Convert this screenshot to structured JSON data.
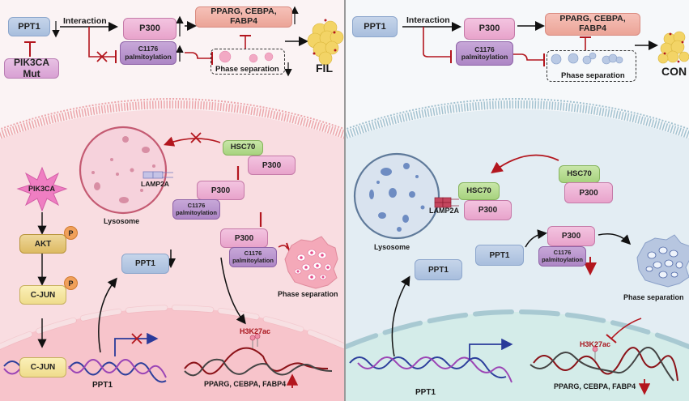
{
  "left_panel": {
    "condition": "FIL",
    "top": {
      "ppt1": "PPT1",
      "ppt1_trend": "down",
      "pik3ca_mut": "PIK3CA Mut",
      "interaction": "Interaction",
      "p300": "P300",
      "p300_trend": "up",
      "palmitoylation": "C1176 palmitoylation",
      "palmitoylation_trend": "up",
      "genes": "PPARG, CEBPA, FABP4",
      "genes_trend": "up",
      "phase_separation": "Phase separation",
      "phase_trend": "down",
      "outcome": "FIL"
    },
    "cell": {
      "lysosome": "Lysosome",
      "lamp2a": "LAMP2A",
      "hsc70": "HSC70",
      "p300_a": "P300",
      "p300_b": "P300",
      "palm_b": "C1176 palmitoylation",
      "p300_c": "P300",
      "palm_c": "C1176 palmitoylation",
      "phase_separation": "Phase separation",
      "pik3ca": "PIK3CA",
      "akt": "AKT",
      "cjun_1": "C-JUN",
      "cjun_2": "C-JUN",
      "phospho": "P",
      "ppt1_protein": "PPT1",
      "ppt1_gene": "PPT1",
      "h3k27ac": "H3K27ac",
      "genes": "PPARG, CEBPA, FABP4",
      "genes_trend": "up"
    }
  },
  "right_panel": {
    "condition": "CON",
    "top": {
      "ppt1": "PPT1",
      "interaction": "Interaction",
      "p300": "P300",
      "palmitoylation": "C1176 palmitoylation",
      "genes": "PPARG, CEBPA, FABP4",
      "phase_separation": "Phase separation",
      "outcome": "CON"
    },
    "cell": {
      "lysosome": "Lysosome",
      "lamp2a": "LAMP2A",
      "hsc70_bound": "HSC70",
      "p300_bound": "P300",
      "hsc70_free": "HSC70",
      "p300_free": "P300",
      "ppt1_a": "PPT1",
      "ppt1_b": "PPT1",
      "p300_c": "P300",
      "palm_c": "C1176 palmitoylation",
      "palm_trend": "down",
      "phase_separation": "Phase separation",
      "ppt1_gene": "PPT1",
      "h3k27ac": "H3K27ac",
      "genes": "PPARG, CEBPA, FABP4",
      "genes_trend": "down"
    }
  },
  "colors": {
    "inhibit_red": "#b3161e",
    "left_cell": "#f9dde1",
    "left_membrane": "#e8a3a8",
    "right_cell": "#e3edf3",
    "right_membrane": "#9dbccb"
  }
}
